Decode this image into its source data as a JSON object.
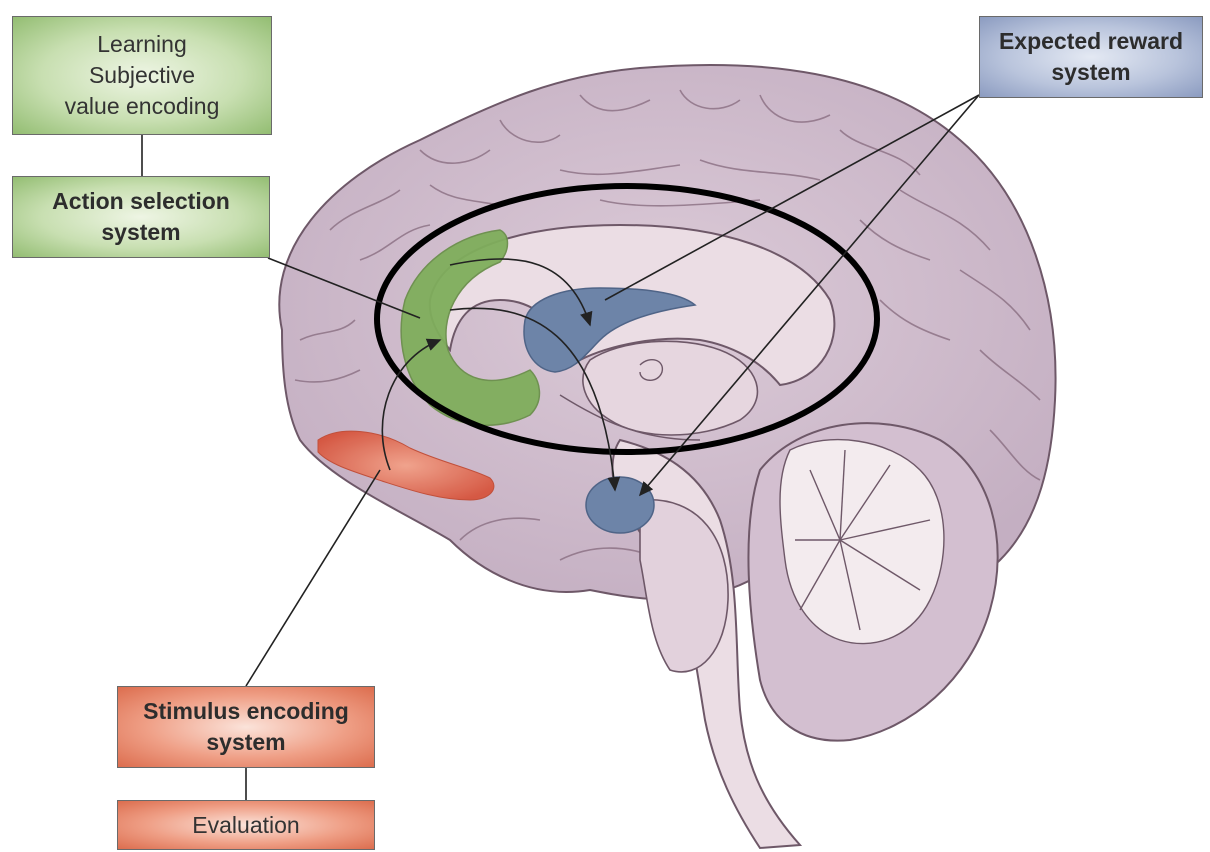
{
  "labels": {
    "learning_line1": "Learning",
    "learning_line2": "Subjective",
    "learning_line3": "value encoding",
    "action_line1": "Action selection",
    "action_line2": "system",
    "expected_line1": "Expected reward",
    "expected_line2": "system",
    "stimulus_line1": "Stimulus encoding",
    "stimulus_line2": "system",
    "evaluation": "Evaluation"
  },
  "colors": {
    "brain_fill": "#c9b6c6",
    "brain_outline": "#6e5868",
    "inner_fill": "#ebdde4",
    "highlight_green": "#7fae5c",
    "highlight_blue": "#6d84a8",
    "highlight_red": "#d9624a",
    "ellipse_stroke": "#000000"
  }
}
